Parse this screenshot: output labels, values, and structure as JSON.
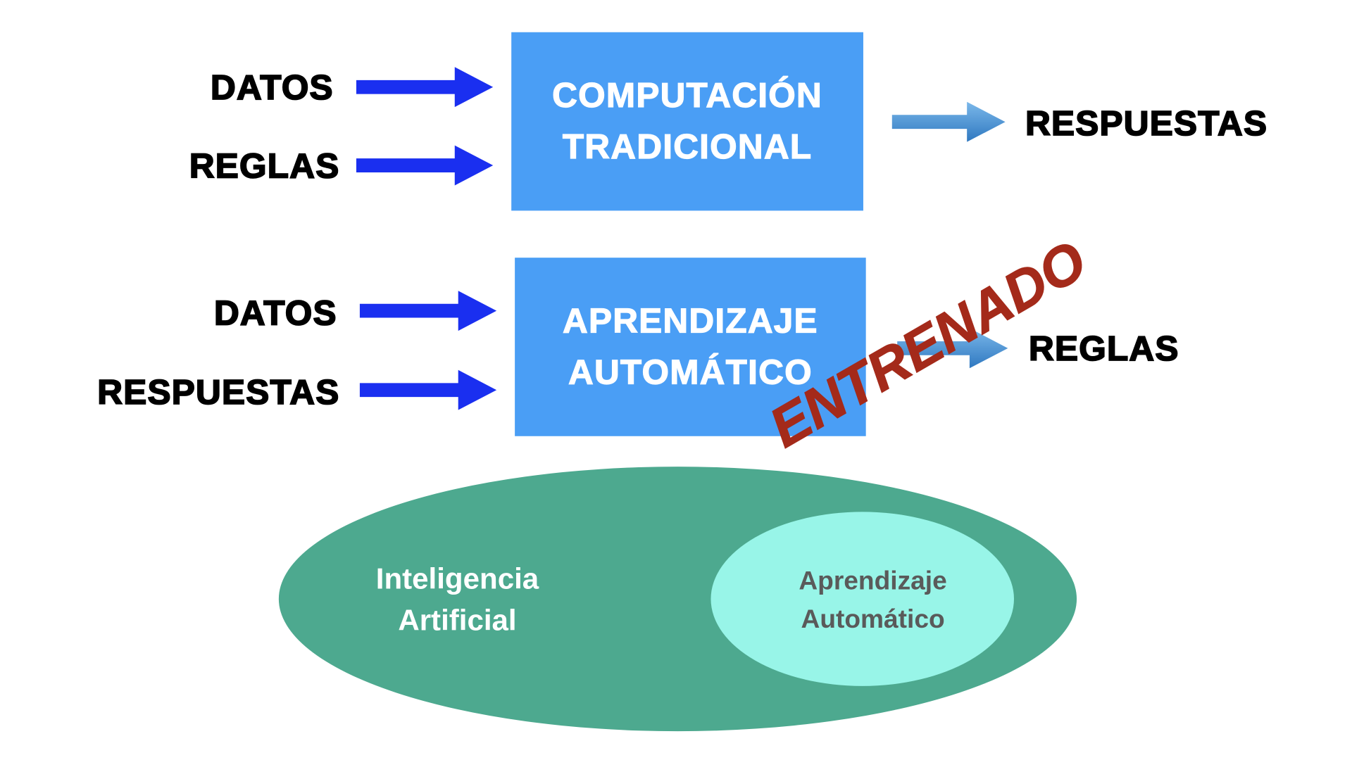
{
  "traditional": {
    "inputs": [
      "DATOS",
      "REGLAS"
    ],
    "box_lines": [
      "COMPUTACIÓN",
      "TRADICIONAL"
    ],
    "output": "RESPUESTAS"
  },
  "machine_learning": {
    "inputs": [
      "DATOS",
      "RESPUESTAS"
    ],
    "box_lines": [
      "APRENDIZAJE",
      "AUTOMÁTICO"
    ],
    "output": "REGLAS",
    "overlay": "ENTRENADO"
  },
  "venn": {
    "outer_lines": [
      "Inteligencia",
      "Artificial"
    ],
    "inner_lines": [
      "Aprendizaje",
      "Automático"
    ]
  },
  "colors": {
    "box": "#4a9ef5",
    "input_arrow": "#1a2ff0",
    "overlay": "#a42a1a",
    "outer_ellipse": "#4da98f",
    "inner_ellipse": "#98f5e8"
  }
}
